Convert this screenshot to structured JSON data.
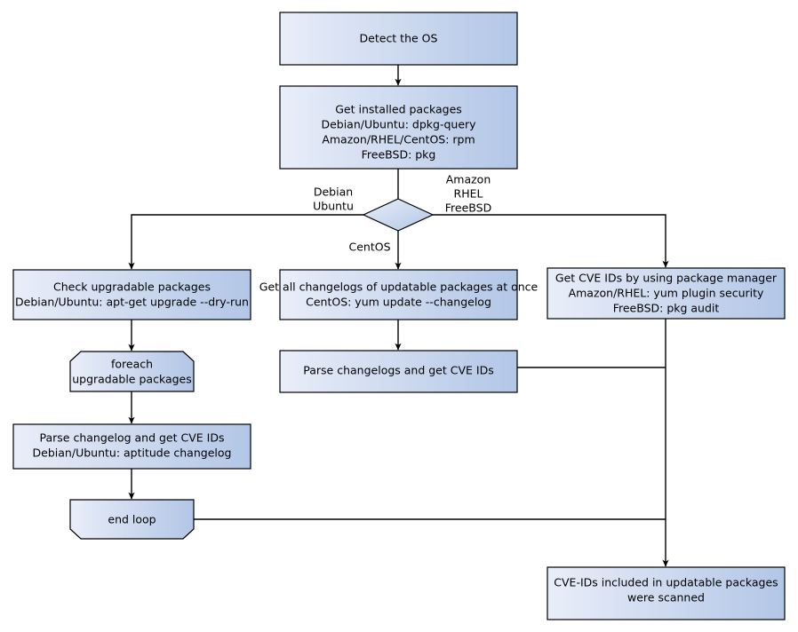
{
  "diagram": {
    "title": "Vuls OS package CVE scanning flow",
    "background_color": "#ffffff",
    "node_fill_start": "#e9eef9",
    "node_fill_end": "#b2c6e6",
    "node_stroke": "#000000",
    "edge_color": "#000000"
  },
  "nodes": {
    "detect_os": {
      "shape": "rect",
      "lines": [
        "Detect the OS"
      ]
    },
    "get_installed_packages": {
      "shape": "rect",
      "lines": [
        "Get installed packages",
        "Debian/Ubuntu: dpkg-query",
        "Amazon/RHEL/CentOS: rpm",
        "FreeBSD: pkg"
      ]
    },
    "os_decision": {
      "shape": "diamond",
      "lines": []
    },
    "check_upgradable": {
      "shape": "rect",
      "lines": [
        "Check upgradable packages",
        "Debian/Ubuntu: apt-get upgrade --dry-run"
      ]
    },
    "get_all_changelogs": {
      "shape": "rect",
      "lines": [
        "Get all changelogs of updatable packages at once",
        "CentOS: yum update --changelog"
      ]
    },
    "get_cve_ids_pkgmgr": {
      "shape": "rect",
      "lines": [
        "Get CVE IDs by using package manager",
        "Amazon/RHEL: yum plugin security",
        "FreeBSD: pkg audit"
      ]
    },
    "foreach_loop_start": {
      "shape": "loop-start",
      "lines": [
        "foreach",
        "upgradable  packages"
      ]
    },
    "parse_changelog_single": {
      "shape": "rect",
      "lines": [
        "Parse changelog and get  CVE IDs",
        "Debian/Ubuntu: aptitude changelog"
      ]
    },
    "parse_changelogs_bulk": {
      "shape": "rect",
      "lines": [
        "Parse changelogs and get CVE IDs"
      ]
    },
    "end_loop": {
      "shape": "loop-end",
      "lines": [
        "end loop"
      ]
    },
    "scan_complete": {
      "shape": "rect",
      "lines": [
        "CVE-IDs included in updatable packages",
        "were scanned"
      ]
    }
  },
  "edge_labels": {
    "debian_ubuntu": [
      "Debian",
      "Ubuntu"
    ],
    "amazon_rhel_freebsd": [
      "Amazon",
      "RHEL",
      "FreeBSD"
    ],
    "centos": [
      "CentOS"
    ]
  }
}
